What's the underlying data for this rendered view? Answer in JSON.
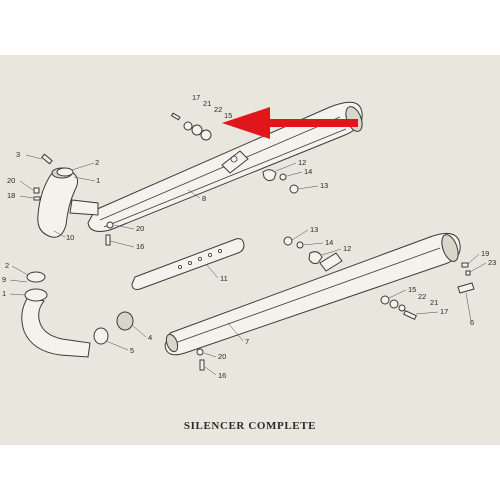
{
  "title": "SILENCER COMPLETE",
  "callouts": {
    "top_silencer_group": [
      "17",
      "21",
      "22",
      "15"
    ],
    "bolt_3": "3",
    "ring_2a": "2",
    "flange_1a": "1",
    "clip_20a": "20",
    "screw_18": "18",
    "elbow_10": "10",
    "silencer_8": "8",
    "washer_20b": "20",
    "bolt_16a": "16",
    "clamp_12a": "12",
    "stud_14a": "14",
    "nut_13a": "13",
    "baffle_11": "11",
    "nut_13b": "13",
    "stud_14b": "14",
    "clamp_12b": "12",
    "ring_2b": "2",
    "flange_9": "9",
    "flange_1b": "1",
    "pipe_5": "5",
    "sleeve_4": "4",
    "silencer_7": "7",
    "washer_20c": "20",
    "bolt_16b": "16",
    "clip_19": "19",
    "screw_23": "23",
    "bracket_6": "6",
    "lower_group": [
      "15",
      "22",
      "21",
      "17"
    ]
  },
  "colors": {
    "paper": "#e9e6dd",
    "ink": "#2b2b2b",
    "arrow": "#e0161b"
  },
  "icons": [
    "red-arrow"
  ]
}
